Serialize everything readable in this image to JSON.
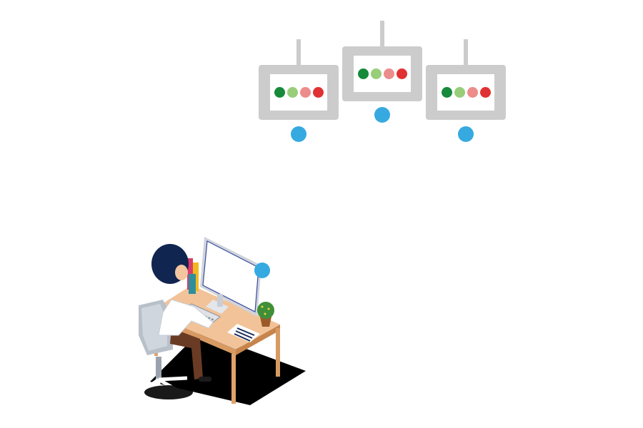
{
  "colors": {
    "panel_frame": "#cccccc",
    "marker": "#36a9e1",
    "light_dark_green": "#168a3a",
    "light_light_green": "#98cd7a",
    "light_pink": "#ec8c8c",
    "light_red": "#e03232"
  },
  "panels": [
    {
      "name": "left-status-panel",
      "lights": [
        "light_dark_green",
        "light_light_green",
        "light_pink",
        "light_red"
      ]
    },
    {
      "name": "center-status-panel",
      "lights": [
        "light_dark_green",
        "light_light_green",
        "light_pink",
        "light_red"
      ]
    },
    {
      "name": "right-status-panel",
      "lights": [
        "light_dark_green",
        "light_light_green",
        "light_pink",
        "light_red"
      ]
    }
  ],
  "workstation": {
    "icons": [
      "person-icon",
      "monitor-icon",
      "keyboard-icon",
      "desk-icon",
      "office-chair-icon",
      "plant-icon",
      "books-icon"
    ]
  }
}
